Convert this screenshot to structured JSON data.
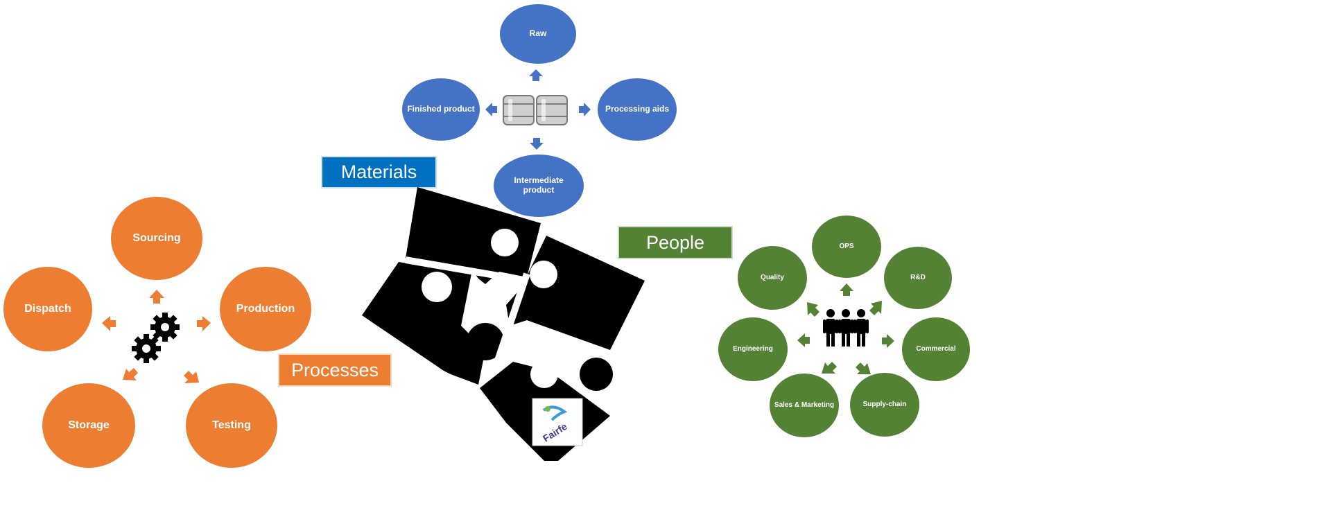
{
  "labels": {
    "materials": "Materials",
    "processes": "Processes",
    "people": "People"
  },
  "materials": {
    "items": [
      "Raw",
      "Processing aids",
      "Intermediate product",
      "Finished product"
    ]
  },
  "processes": {
    "items": [
      "Sourcing",
      "Production",
      "Testing",
      "Storage",
      "Dispatch"
    ]
  },
  "people": {
    "items": [
      "OPS",
      "R&D",
      "Commercial",
      "Supply-chain",
      "Sales & Marketing",
      "Engineering",
      "Quality"
    ]
  },
  "logo": {
    "text": "Fairfe"
  },
  "colors": {
    "materials": "#4472c4",
    "processes": "#ed7d31",
    "people": "#548235",
    "puzzle": "#000000"
  },
  "icons": {
    "materials_center": "containers-icon",
    "processes_center": "gears-icon",
    "people_center": "people-group-icon",
    "center": "puzzle-icon"
  }
}
